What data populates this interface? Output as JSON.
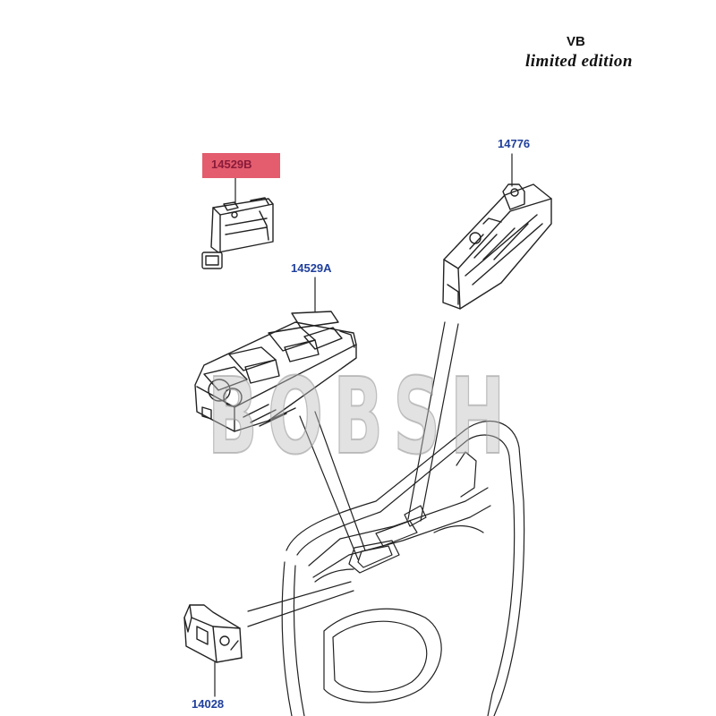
{
  "brand": {
    "line1": "VB",
    "line2": "limited edition"
  },
  "watermark": "BOBSH",
  "parts": {
    "switch_14529b": {
      "label": "14529B",
      "highlighted": true
    },
    "switch_14776": {
      "label": "14776"
    },
    "switch_14529a": {
      "label": "14529A"
    },
    "switch_14028": {
      "label": "14028"
    }
  },
  "colors": {
    "label_text": "#1f3f9c",
    "highlight": "#e35d6e",
    "line_art": "#222222"
  }
}
